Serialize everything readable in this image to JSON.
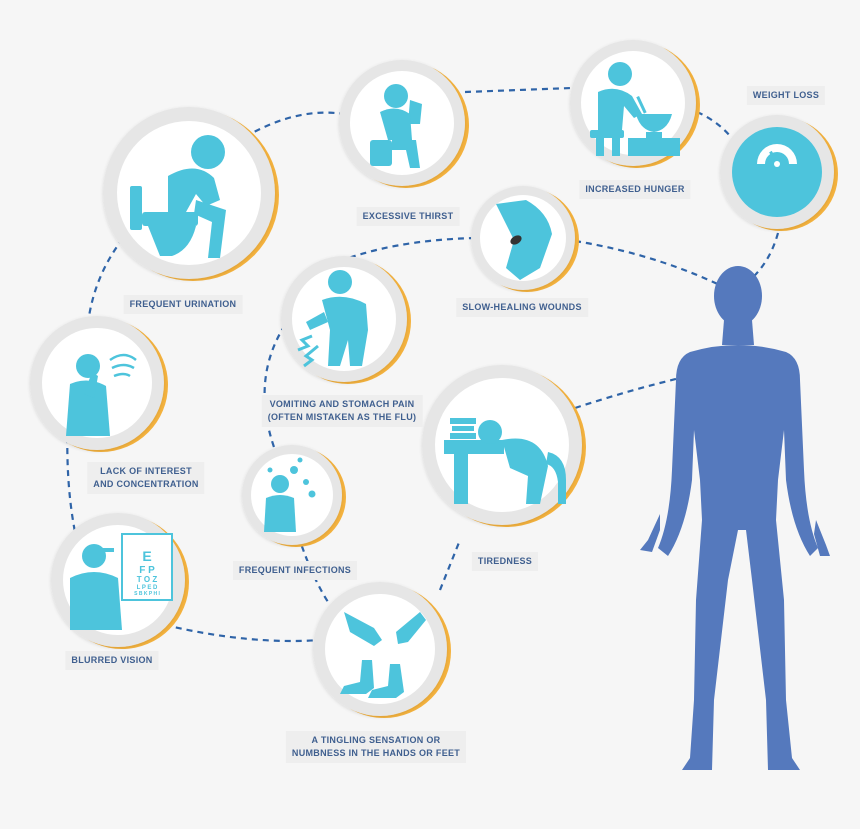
{
  "colors": {
    "background": "#f6f6f6",
    "icon_fill": "#4dc4dc",
    "ring": "#e6e6e6",
    "accent_ring": "#f4b23e",
    "connector": "#2f64a8",
    "body_figure": "#5579bd",
    "label_text": "#3f5f8f"
  },
  "symptoms": [
    {
      "id": "frequent-urination",
      "label": [
        "FREQUENT URINATION"
      ],
      "icon": "toilet-person-icon"
    },
    {
      "id": "excessive-thirst",
      "label": [
        "EXCESSIVE THIRST"
      ],
      "icon": "drinking-person-icon"
    },
    {
      "id": "increased-hunger",
      "label": [
        "INCREASED HUNGER"
      ],
      "icon": "eating-person-icon"
    },
    {
      "id": "weight-loss",
      "label": [
        "WEIGHT LOSS"
      ],
      "icon": "scale-gauge-icon"
    },
    {
      "id": "slow-healing-wounds",
      "label": [
        "SLOW-HEALING WOUNDS"
      ],
      "icon": "wounded-knee-icon"
    },
    {
      "id": "vomiting",
      "label": [
        "VOMITING AND STOMACH PAIN",
        "(OFTEN MISTAKEN AS THE FLU)"
      ],
      "icon": "stomach-pain-icon"
    },
    {
      "id": "lack-of-interest",
      "label": [
        "LACK OF INTEREST",
        "AND CONCENTRATION"
      ],
      "icon": "thinking-person-icon"
    },
    {
      "id": "tiredness",
      "label": [
        "TIREDNESS"
      ],
      "icon": "tired-person-desk-icon"
    },
    {
      "id": "frequent-infections",
      "label": [
        "FREQUENT INFECTIONS"
      ],
      "icon": "germs-person-icon"
    },
    {
      "id": "blurred-vision",
      "label": [
        "BLURRED VISION"
      ],
      "icon": "eye-chart-icon"
    },
    {
      "id": "tingling",
      "label": [
        "A TINGLING SENSATION OR",
        "NUMBNESS IN THE HANDS OR FEET"
      ],
      "icon": "hands-feet-icon"
    }
  ],
  "eye_chart": {
    "lines": [
      "E",
      "F P",
      "T O Z",
      "L P E D",
      "S B K P H I"
    ]
  }
}
